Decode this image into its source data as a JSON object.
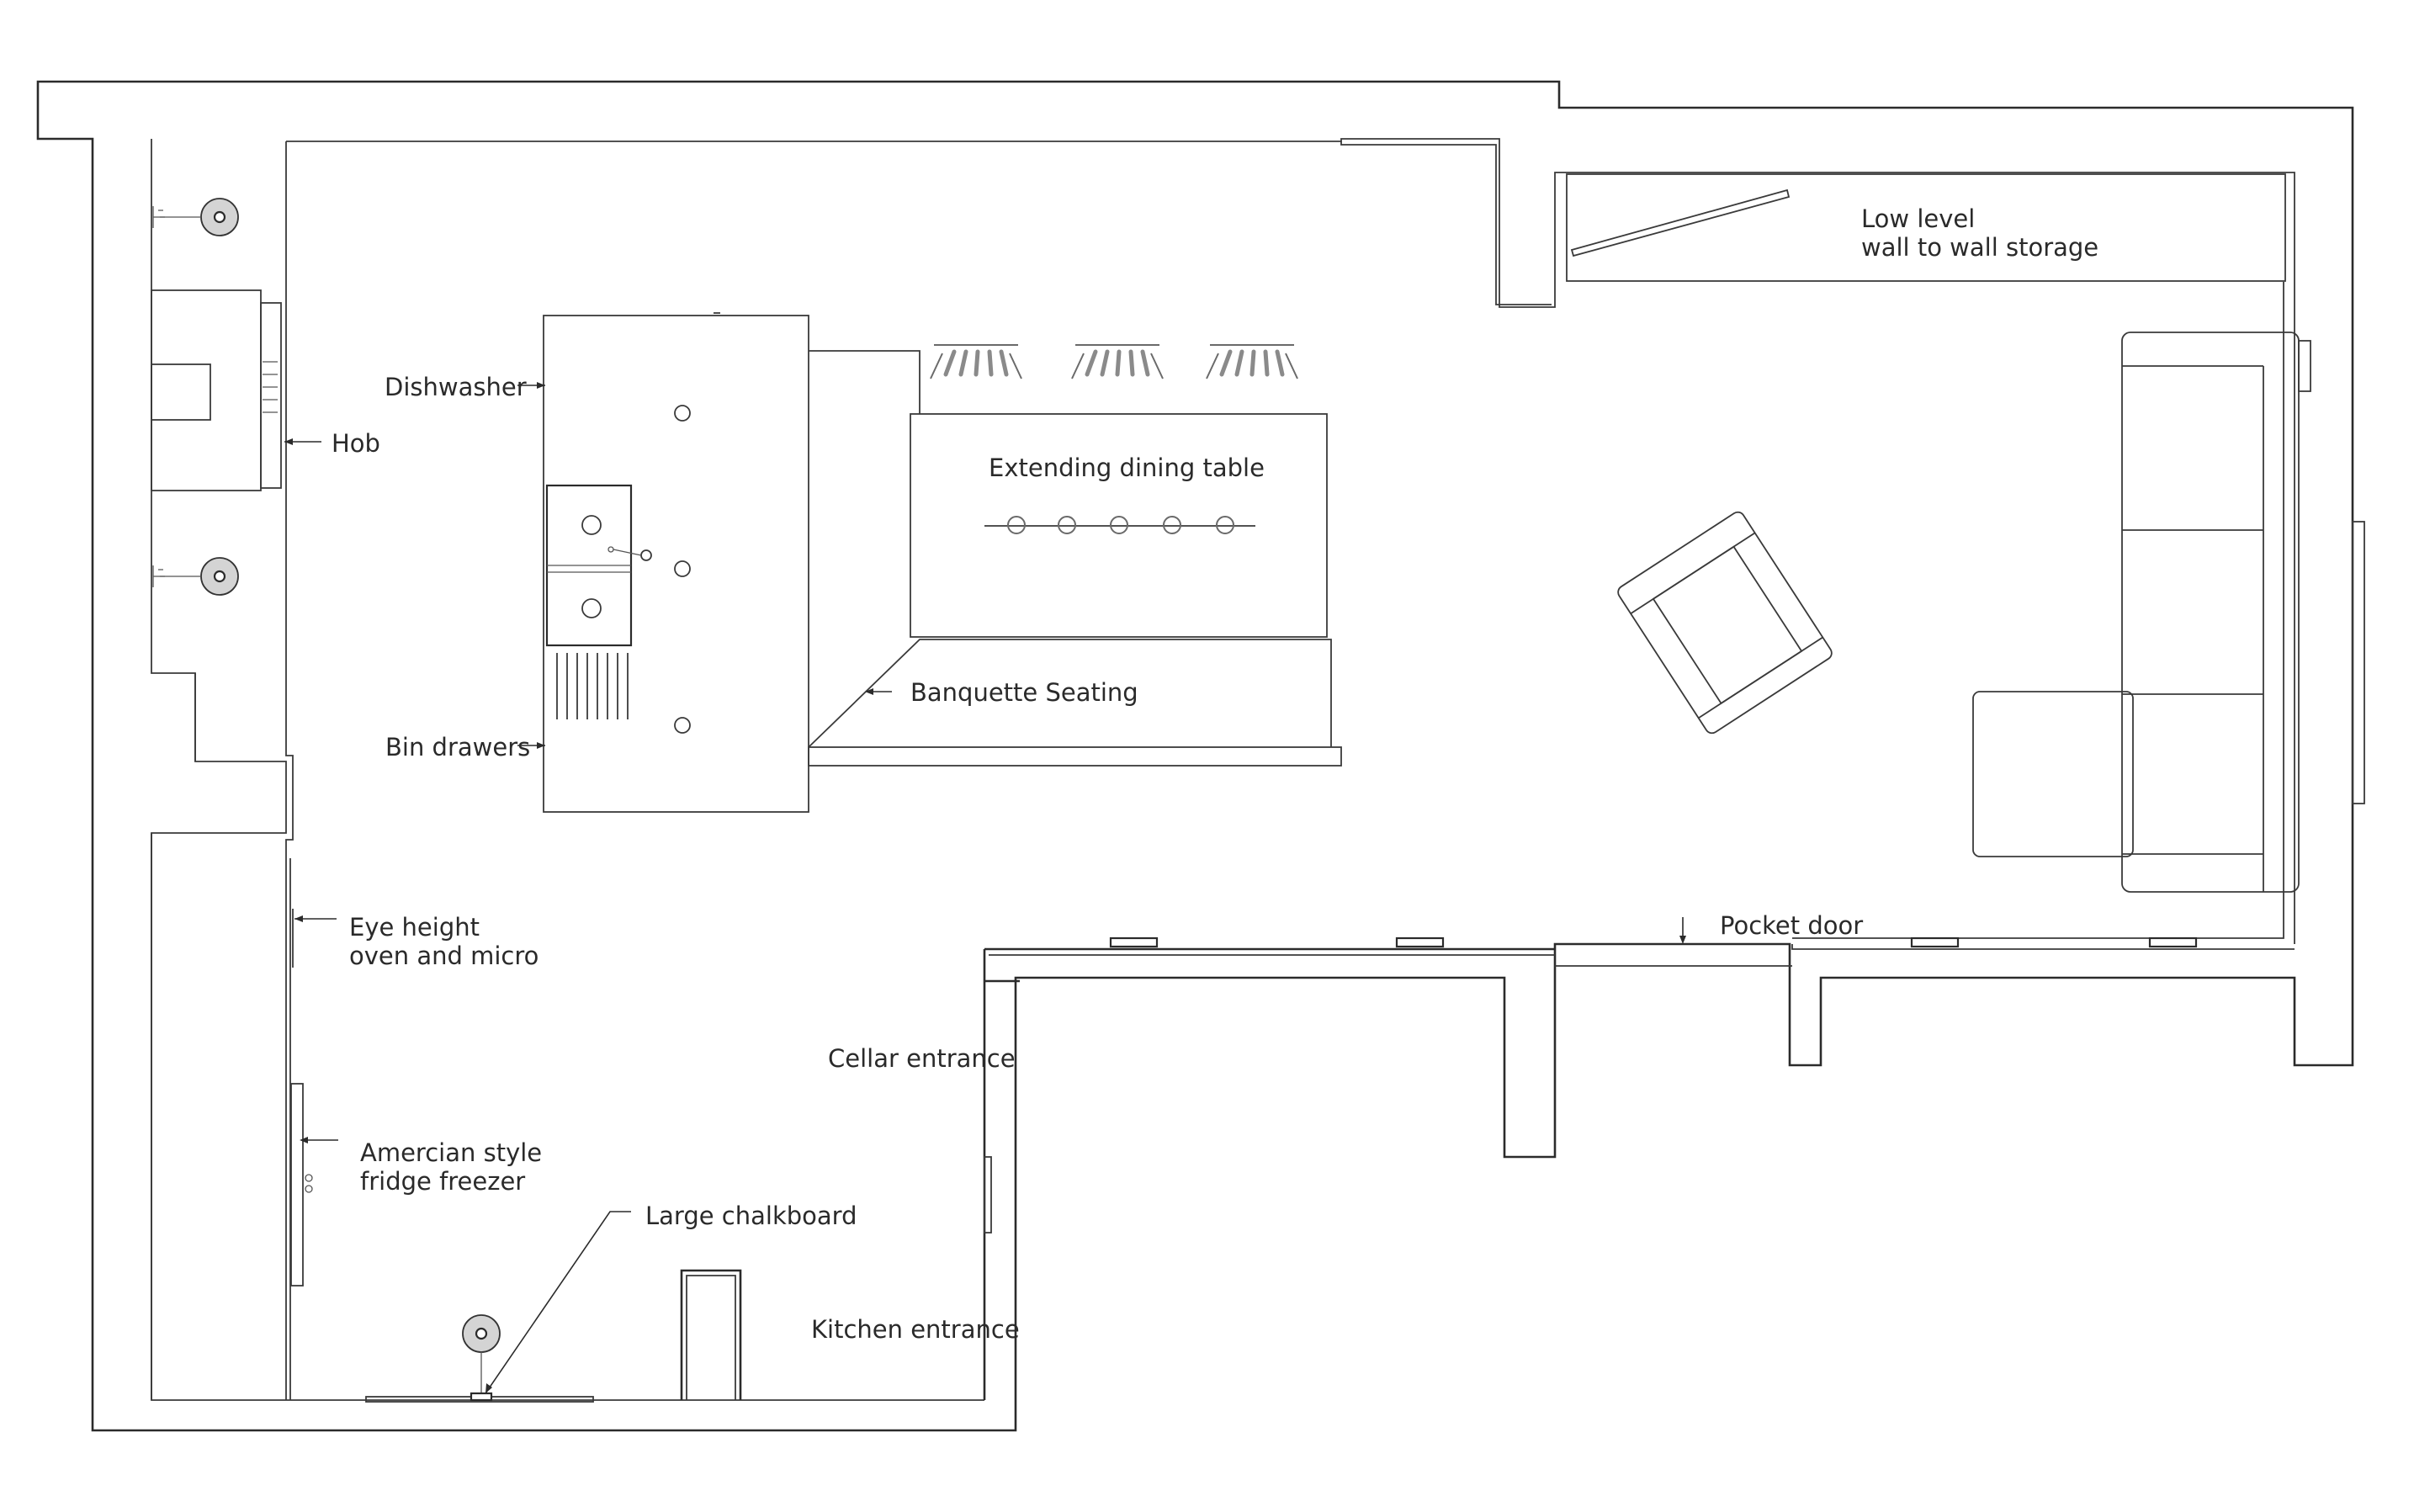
{
  "labels": {
    "low_storage_line1": "Low level",
    "low_storage_line2": "wall to wall storage",
    "dishwasher": "Dishwasher",
    "hob": "Hob",
    "dining_table": "Extending dining table",
    "banquette": "Banquette Seating",
    "bin_drawers": "Bin drawers",
    "oven_line1": "Eye height",
    "oven_line2": "oven and micro",
    "pocket_door": "Pocket door",
    "cellar_entrance": "Cellar entrance",
    "fridge_line1": "Amercian style",
    "fridge_line2": "fridge freezer",
    "chalkboard": "Large chalkboard",
    "kitchen_entrance": "Kitchen entrance"
  },
  "colors": {
    "line": "#2b2b2b",
    "fixture_fill": "#d4d4d4",
    "chair_slat": "#8a8a8a",
    "background": "#ffffff"
  }
}
